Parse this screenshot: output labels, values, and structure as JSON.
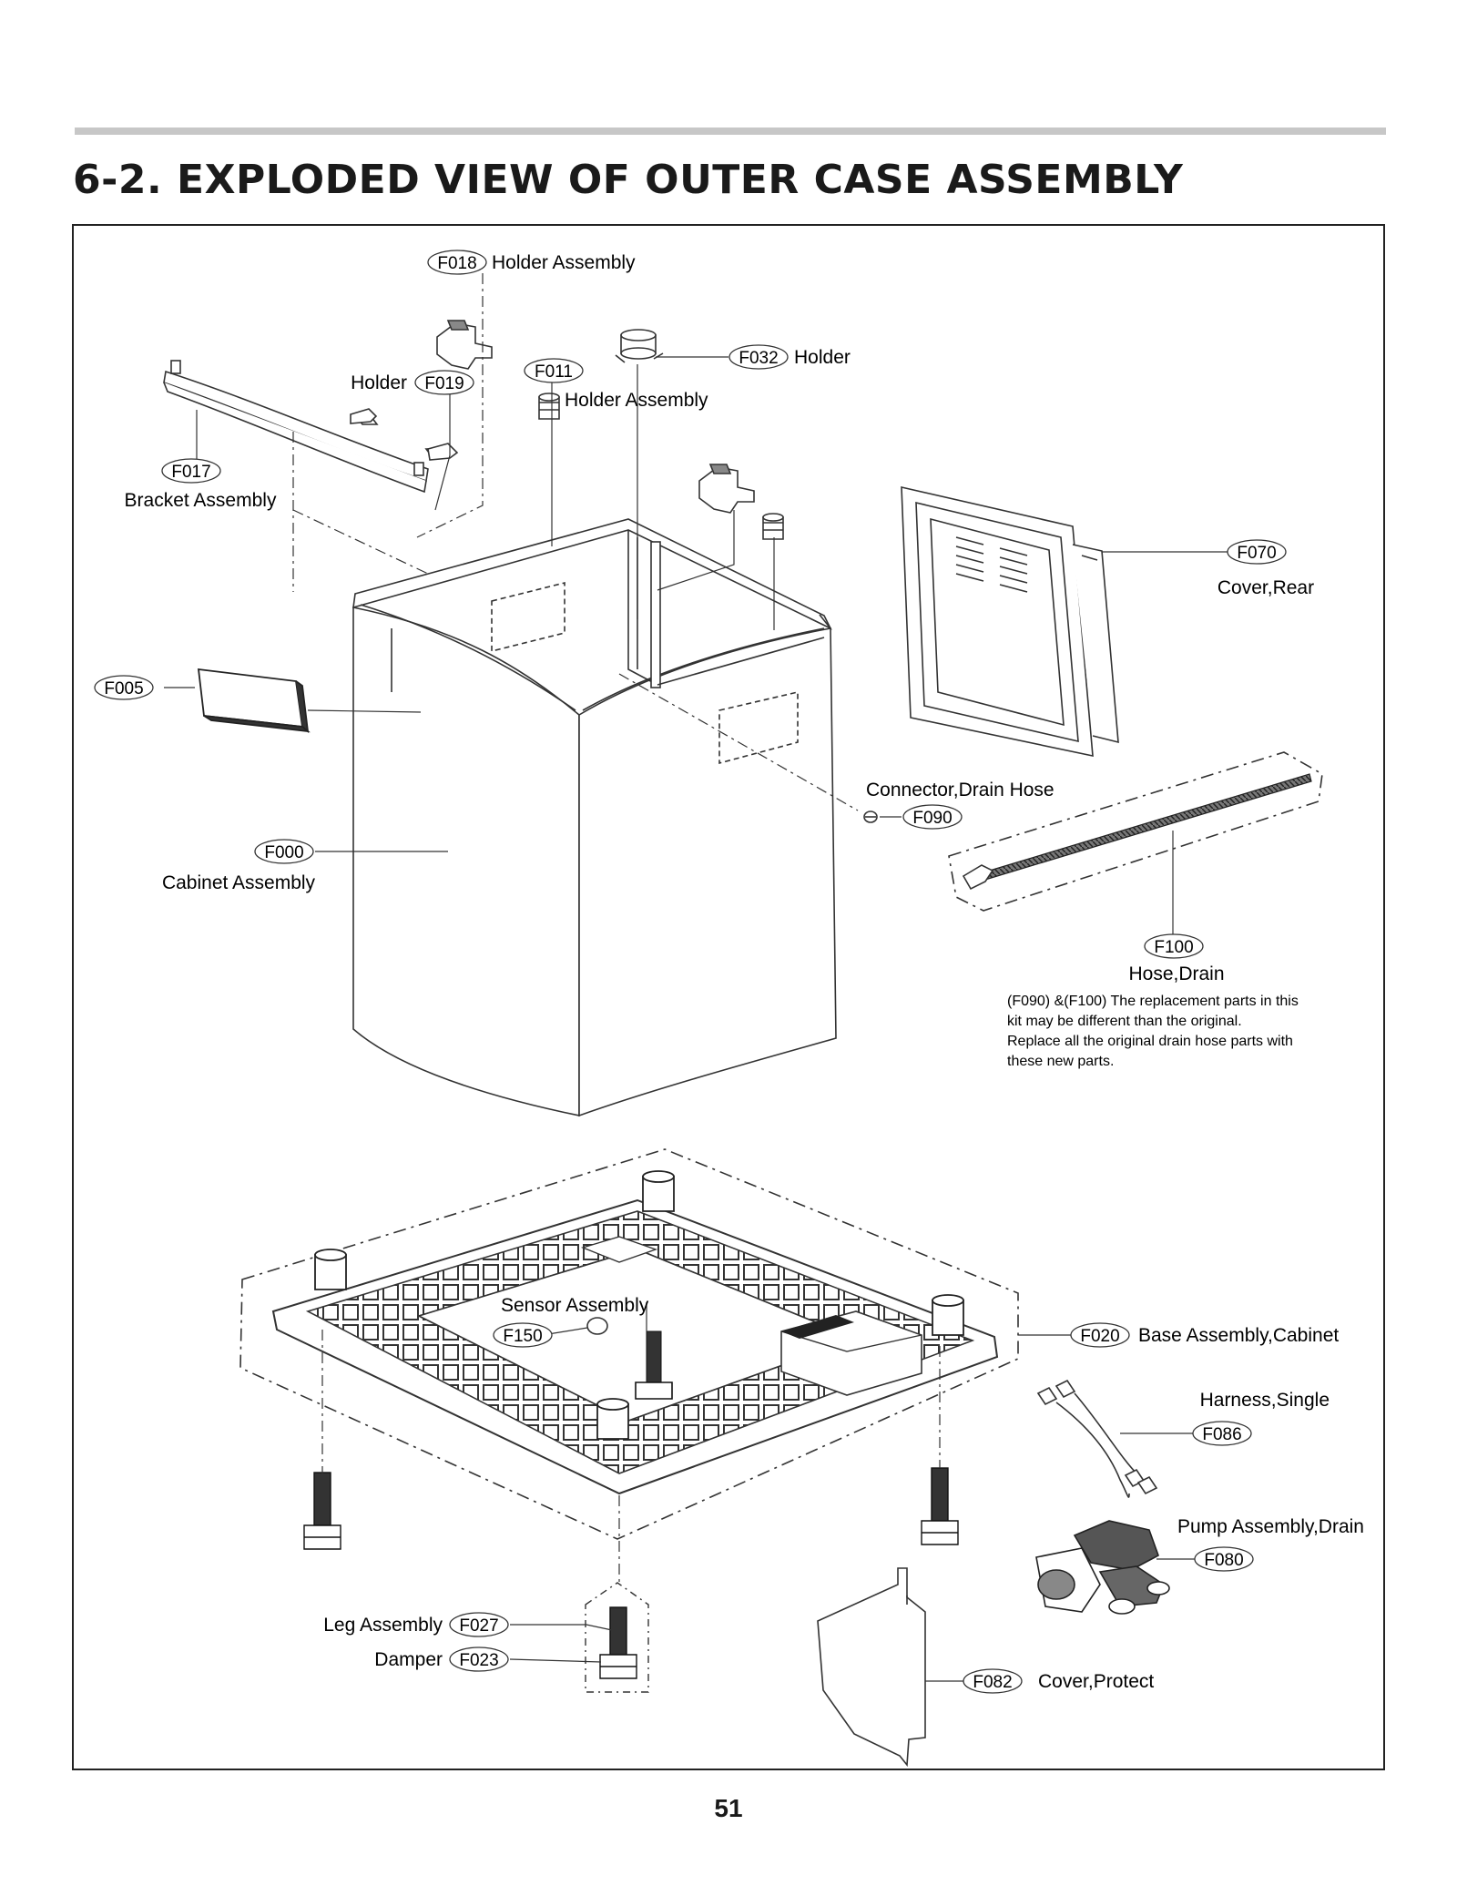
{
  "page": {
    "title": "6-2. EXPLODED VIEW OF OUTER CASE ASSEMBLY",
    "page_number": "51"
  },
  "parts": {
    "F018": {
      "code": "F018",
      "name": "Holder Assembly"
    },
    "F019": {
      "code": "F019",
      "name": "Holder"
    },
    "F011": {
      "code": "F011",
      "name": "Holder Assembly"
    },
    "F032": {
      "code": "F032",
      "name": "Holder"
    },
    "F017": {
      "code": "F017",
      "name": "Bracket Assembly"
    },
    "F070": {
      "code": "F070",
      "name": "Cover,Rear"
    },
    "F005": {
      "code": "F005"
    },
    "F000": {
      "code": "F000",
      "name": "Cabinet Assembly"
    },
    "F090": {
      "code": "F090",
      "name": "Connector,Drain Hose"
    },
    "F100": {
      "code": "F100",
      "name": "Hose,Drain"
    },
    "F150": {
      "code": "F150",
      "name": "Sensor Assembly"
    },
    "F020": {
      "code": "F020",
      "name": "Base Assembly,Cabinet"
    },
    "F086": {
      "code": "F086",
      "name": "Harness,Single"
    },
    "F080": {
      "code": "F080",
      "name": "Pump Assembly,Drain"
    },
    "F027": {
      "code": "F027",
      "name": "Leg Assembly"
    },
    "F023": {
      "code": "F023",
      "name": "Damper"
    },
    "F082": {
      "code": "F082",
      "name": "Cover,Protect"
    }
  },
  "note": {
    "lines": [
      "(F090) &(F100) The replacement parts in this",
      "kit may be different than the original.",
      "Replace all the original drain hose parts with",
      "these new parts."
    ]
  }
}
